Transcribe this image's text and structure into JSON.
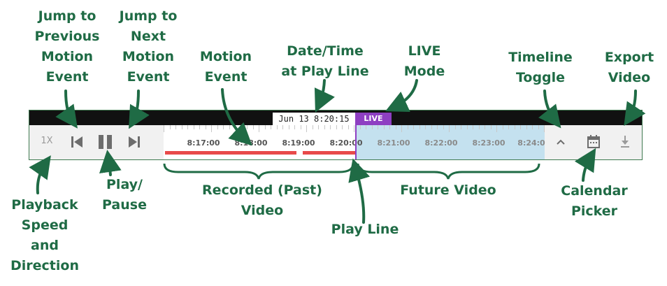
{
  "annotations": {
    "prev_event": "Jump to\nPrevious\nMotion\nEvent",
    "next_event": "Jump to\nNext\nMotion\nEvent",
    "motion_event": "Motion\nEvent",
    "datetime_playline": "Date/Time\nat Play Line",
    "live_mode": "LIVE\nMode",
    "timeline_toggle": "Timeline\nToggle",
    "export_video": "Export\nVideo",
    "playback_speed": "Playback\nSpeed\nand\nDirection",
    "play_pause": "Play/\nPause",
    "recorded_video": "Recorded (Past)\nVideo",
    "future_video": "Future Video",
    "play_line": "Play Line",
    "calendar_picker": "Calendar\nPicker"
  },
  "player": {
    "datetime": "Jun 13 8:20:15",
    "live_label": "LIVE",
    "speed": "1X",
    "time_labels": [
      "8:17:00",
      "8:18:00",
      "8:19:00",
      "8:20:00",
      "8:21:00",
      "8:22:00",
      "8:23:00",
      "8:24:0"
    ]
  },
  "colors": {
    "annotation": "#1f6b45",
    "live": "#8e3fc2",
    "future": "#c4e1ef",
    "motion": "#e84a4a"
  },
  "icons": [
    "skip-previous-icon",
    "pause-icon",
    "skip-next-icon",
    "chevron-up-icon",
    "calendar-icon",
    "download-icon"
  ]
}
